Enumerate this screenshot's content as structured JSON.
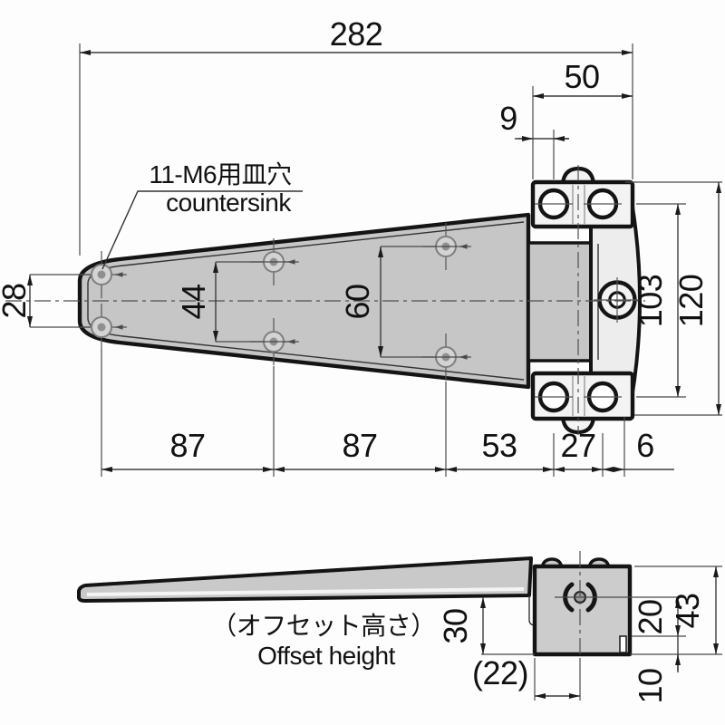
{
  "drawing": {
    "labels": {
      "countersink_jp": "11-M6用皿穴",
      "countersink_en": "countersink",
      "offset_jp": "（オフセット高さ）",
      "offset_en": "Offset height"
    },
    "dims": {
      "overall_length": "282",
      "mount_plate_width": "50",
      "edge_to_hole": "9",
      "tip_hole_pitch": "28",
      "mid_hole_pitch": "44",
      "wide_hole_pitch": "60",
      "plate_hole_pitch": "103",
      "plate_overall_height": "120",
      "bottom_chain": [
        "87",
        "87",
        "53",
        "27",
        "6"
      ],
      "offset_height": "30",
      "pin_inset": "(22)",
      "pin_to_step": "20",
      "block_height": "43",
      "step_height": "10"
    },
    "colors": {
      "line": "#141414",
      "strap_fill": "#c6c6c6",
      "body_fill": "#ededed",
      "plate_fill": "#f3f3f3",
      "background": "#fdfdfd"
    }
  }
}
